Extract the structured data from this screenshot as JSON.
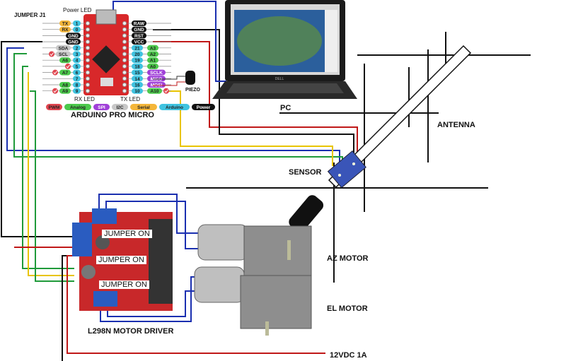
{
  "labels": {
    "jumper_j1": "JUMPER J1",
    "power_led": "Power LED",
    "rx_led": "RX LED",
    "tx_led": "TX LED",
    "arduino": "ARDUINO PRO MICRO",
    "piezo": "PIEZO",
    "pc": "PC",
    "antenna": "ANTENNA",
    "sensor": "SENSOR",
    "az_motor": "AZ MOTOR",
    "el_motor": "EL MOTOR",
    "driver": "L298N MOTOR DRIVER",
    "power_supply": "12VDC 1A",
    "jumpers": [
      "JUMPER ON",
      "JUMPER ON",
      "JUMPER ON"
    ],
    "laptop_brand": "DELL"
  },
  "pins_left": [
    {
      "num": "1",
      "func": "TX",
      "kind": "serial",
      "check": false
    },
    {
      "num": "0",
      "func": "RX",
      "kind": "serial",
      "check": false
    },
    {
      "num": "",
      "func": "GND",
      "kind": "power",
      "check": false
    },
    {
      "num": "",
      "func": "GND",
      "kind": "power",
      "check": false
    },
    {
      "num": "2",
      "func": "SDA",
      "kind": "i2c",
      "check": false
    },
    {
      "num": "3",
      "func": "SCL",
      "kind": "i2c",
      "check": true
    },
    {
      "num": "4",
      "func": "A6",
      "kind": "analog",
      "check": false
    },
    {
      "num": "5",
      "func": "",
      "kind": "",
      "check": true
    },
    {
      "num": "6",
      "func": "A7",
      "kind": "analog",
      "check": true
    },
    {
      "num": "7",
      "func": "",
      "kind": "",
      "check": false
    },
    {
      "num": "8",
      "func": "A8",
      "kind": "analog",
      "check": false
    },
    {
      "num": "9",
      "func": "A9",
      "kind": "analog",
      "check": true
    }
  ],
  "pins_right": [
    {
      "num": "",
      "func": "RAW",
      "kind": "power",
      "check": false
    },
    {
      "num": "",
      "func": "GND",
      "kind": "power",
      "check": false
    },
    {
      "num": "",
      "func": "RST",
      "kind": "power",
      "check": false
    },
    {
      "num": "",
      "func": "VCC",
      "kind": "power",
      "check": false
    },
    {
      "num": "21",
      "func": "A3",
      "kind": "analog",
      "check": false
    },
    {
      "num": "20",
      "func": "A2",
      "kind": "analog",
      "check": false
    },
    {
      "num": "19",
      "func": "A1",
      "kind": "analog",
      "check": false
    },
    {
      "num": "18",
      "func": "A0",
      "kind": "analog",
      "check": false
    },
    {
      "num": "15",
      "func": "SCLK",
      "kind": "spi",
      "check": false
    },
    {
      "num": "14",
      "func": "MISO",
      "kind": "spi",
      "check": false
    },
    {
      "num": "16",
      "func": "MOSI",
      "kind": "spi",
      "check": false
    },
    {
      "num": "10",
      "func": "A10",
      "kind": "analog",
      "check": true
    }
  ],
  "legend": [
    {
      "label": "PWM",
      "kind": "pwm"
    },
    {
      "label": "Analog",
      "kind": "analog"
    },
    {
      "label": "SPI",
      "kind": "spi"
    },
    {
      "label": "I2C",
      "kind": "i2c"
    },
    {
      "label": "Serial",
      "kind": "serial"
    },
    {
      "label": "Arduino",
      "kind": "arduino"
    },
    {
      "label": "Power",
      "kind": "power"
    }
  ],
  "colors": {
    "pwm": "#e0454f",
    "analog": "#4cc94c",
    "spi": "#a040d8",
    "i2c": "#c8c8c8",
    "serial": "#f4b63a",
    "arduino": "#3fc3e0",
    "power": "#111111",
    "wire_blue": "#1a2fb0",
    "wire_green": "#1f9a3a",
    "wire_yellow": "#e8c400",
    "wire_red": "#c01818",
    "wire_black": "#111111",
    "board_red": "#d8282a"
  }
}
